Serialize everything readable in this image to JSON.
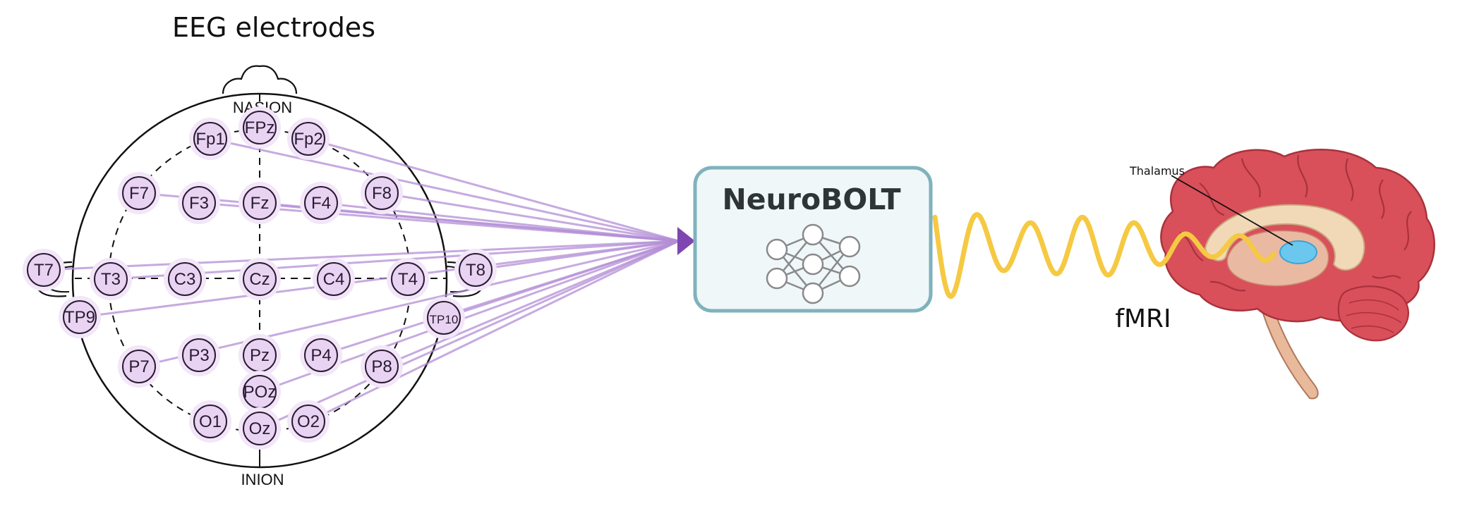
{
  "diagram": {
    "eeg_title": "EEG electrodes",
    "landmarks": {
      "top": "NASION",
      "bottom": "INION"
    },
    "electrodes": [
      {
        "label": "Fp1"
      },
      {
        "label": "FPz"
      },
      {
        "label": "Fp2"
      },
      {
        "label": "F7"
      },
      {
        "label": "F3"
      },
      {
        "label": "Fz"
      },
      {
        "label": "F4"
      },
      {
        "label": "F8"
      },
      {
        "label": "T7"
      },
      {
        "label": "T3"
      },
      {
        "label": "C3"
      },
      {
        "label": "Cz"
      },
      {
        "label": "C4"
      },
      {
        "label": "T4"
      },
      {
        "label": "T8"
      },
      {
        "label": "TP9"
      },
      {
        "label": "TP10"
      },
      {
        "label": "P7"
      },
      {
        "label": "P3"
      },
      {
        "label": "Pz"
      },
      {
        "label": "P4"
      },
      {
        "label": "P8"
      },
      {
        "label": "POz"
      },
      {
        "label": "O1"
      },
      {
        "label": "Oz"
      },
      {
        "label": "O2"
      }
    ],
    "model": {
      "name": "NeuroBOLT",
      "icon": "neural-network-icon"
    },
    "output": {
      "label": "fMRI",
      "region_label": "Thalamus"
    },
    "colors": {
      "electrode_fill": "#e8d4f2",
      "electrode_halo": "#f2e6f8",
      "connection_line": "#b38ed6",
      "arrow": "#7e46b0",
      "model_box_fill": "#eff7f8",
      "model_box_stroke": "#7fb2bc",
      "bold_signal": "#f5c942",
      "brain_cortex": "#d9505a",
      "thalamus": "#6cc7ee"
    }
  }
}
